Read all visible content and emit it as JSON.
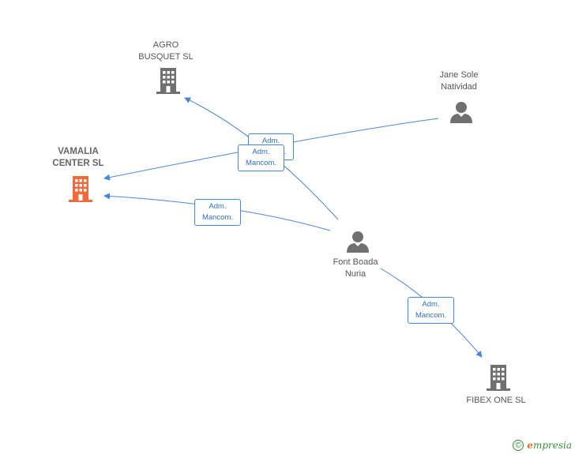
{
  "nodes": {
    "agro": {
      "line1": "AGRO",
      "line2": "BUSQUET SL"
    },
    "vamalia": {
      "line1": "VAMALIA",
      "line2": "CENTER SL"
    },
    "jane": {
      "line1": "Jane Sole",
      "line2": "Natividad"
    },
    "font": {
      "line1": "Font Boada",
      "line2": "Nuria"
    },
    "fibex": {
      "line1": "FIBEX ONE SL"
    }
  },
  "relations": [
    {
      "line1": "Adm.",
      "line2": "Mancom."
    },
    {
      "line1": "Adm.",
      "line2": "Mancom."
    },
    {
      "line1": "Adm.",
      "line2": "Mancom."
    },
    {
      "line1": "Adm.",
      "line2": "Mancom."
    }
  ],
  "colors": {
    "edge": "#4a86d8",
    "company": "#707070",
    "company_main": "#f06a3c",
    "person": "#707070"
  },
  "footer": {
    "copyright": "©",
    "brand_e": "e",
    "brand_rest": "mpresia"
  }
}
